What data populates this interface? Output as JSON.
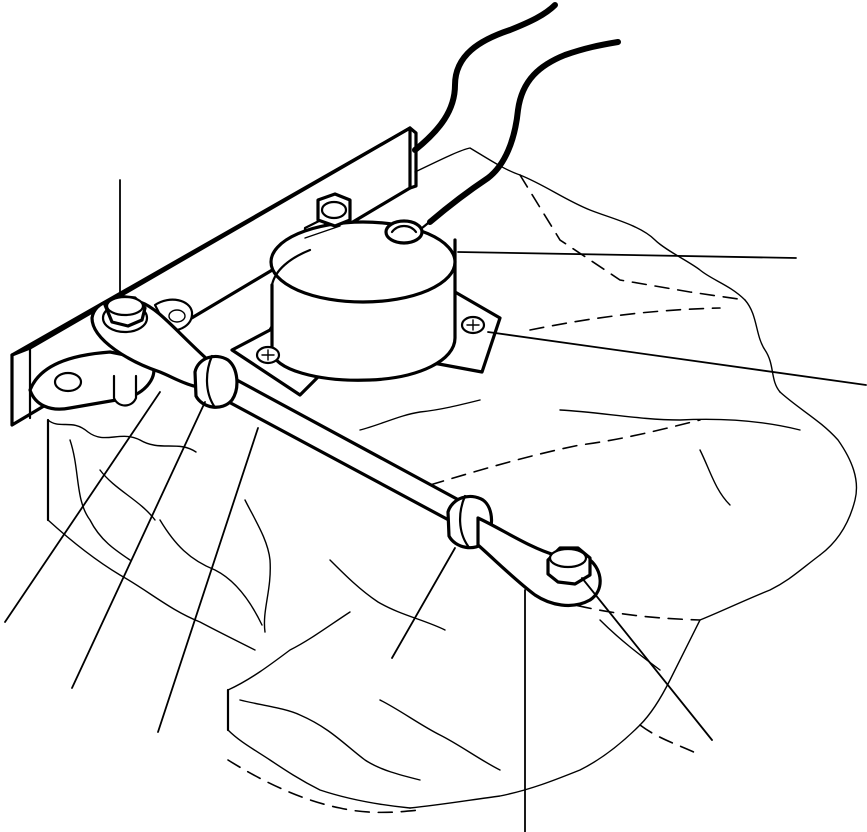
{
  "figure": {
    "subject": "linkage-rod-and-potentiometer-assembly",
    "colors": {
      "line": "#000000",
      "background": "#ffffff"
    },
    "parts": [
      "mounting-bracket",
      "potentiometer",
      "potentiometer-mounting-screw",
      "electrical-leads",
      "linkage-rod",
      "rod-end-upper",
      "rod-end-lower",
      "lock-nut-upper",
      "lock-nut-lower",
      "bolt-upper",
      "bolt-lower"
    ],
    "callouts": []
  }
}
